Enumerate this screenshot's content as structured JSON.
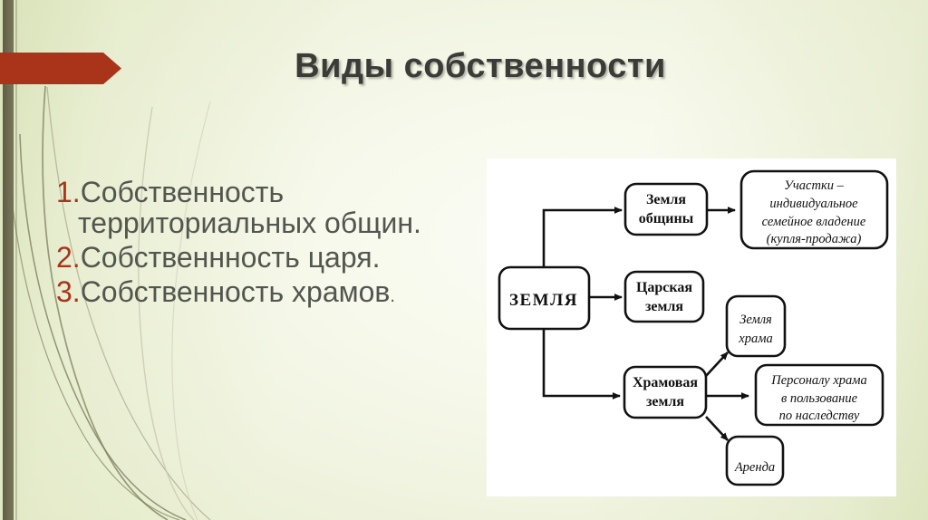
{
  "slide": {
    "title": "Виды собственности",
    "accent_color": "#a8341a",
    "title_color": "#3b3b38",
    "text_color": "#53564f",
    "background_light": "#f9fbf1",
    "background_olive": "#dfe6c2",
    "stripe_color": "#6e6d51"
  },
  "bullets": [
    {
      "number": "1.",
      "text": "Собственность территориальных общин."
    },
    {
      "number": "2.",
      "text": "Собственнность царя."
    },
    {
      "number": "3.",
      "text": "Собственность храмов",
      "trailing": "."
    }
  ],
  "diagram": {
    "panel_background": "#ffffff",
    "nodes": {
      "root": "ЗЕМЛЯ",
      "community": [
        "Земля",
        "общины"
      ],
      "plots": [
        "Участки –",
        "индивидуальное",
        "семейное владение",
        "(купля-продажа)"
      ],
      "royal": [
        "Царская",
        "земля"
      ],
      "temple": [
        "Храмовая",
        "земля"
      ],
      "temple_land": [
        "Земля",
        "храма"
      ],
      "temple_staff": [
        "Персоналу храма",
        "в пользование",
        "по наследству"
      ],
      "rent": [
        "Аренда"
      ]
    },
    "edges": [
      {
        "from": "root",
        "to": "community"
      },
      {
        "from": "community",
        "to": "plots"
      },
      {
        "from": "root",
        "to": "royal"
      },
      {
        "from": "root",
        "to": "temple"
      },
      {
        "from": "temple",
        "to": "temple_land"
      },
      {
        "from": "temple",
        "to": "temple_staff"
      },
      {
        "from": "temple",
        "to": "rent"
      }
    ]
  }
}
